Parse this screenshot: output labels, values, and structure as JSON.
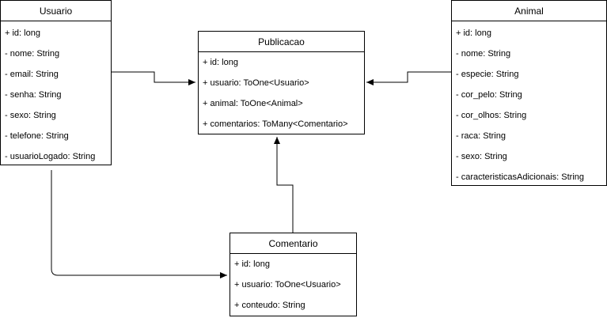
{
  "classes": {
    "usuario": {
      "name": "Usuario",
      "attributes": [
        "+ id: long",
        "- nome: String",
        "- email: String",
        "- senha: String",
        "- sexo: String",
        "- telefone: String",
        "- usuarioLogado: String"
      ]
    },
    "publicacao": {
      "name": "Publicacao",
      "attributes": [
        "+ id: long",
        "+ usuario: ToOne<Usuario>",
        "+ animal: ToOne<Animal>",
        "+ comentarios: ToMany<Comentario>"
      ]
    },
    "animal": {
      "name": "Animal",
      "attributes": [
        "+ id: long",
        "- nome: String",
        "- especie: String",
        "- cor_pelo: String",
        "- cor_olhos: String",
        "- raca: String",
        "- sexo: String",
        "- caracteristicasAdicionais: String"
      ]
    },
    "comentario": {
      "name": "Comentario",
      "attributes": [
        "+ id: long",
        "+ usuario: ToOne<Usuario>",
        "+ conteudo: String"
      ]
    }
  },
  "relations": [
    {
      "from": "Usuario",
      "to": "Publicacao"
    },
    {
      "from": "Animal",
      "to": "Publicacao"
    },
    {
      "from": "Comentario",
      "to": "Publicacao"
    },
    {
      "from": "Usuario",
      "to": "Comentario"
    }
  ]
}
